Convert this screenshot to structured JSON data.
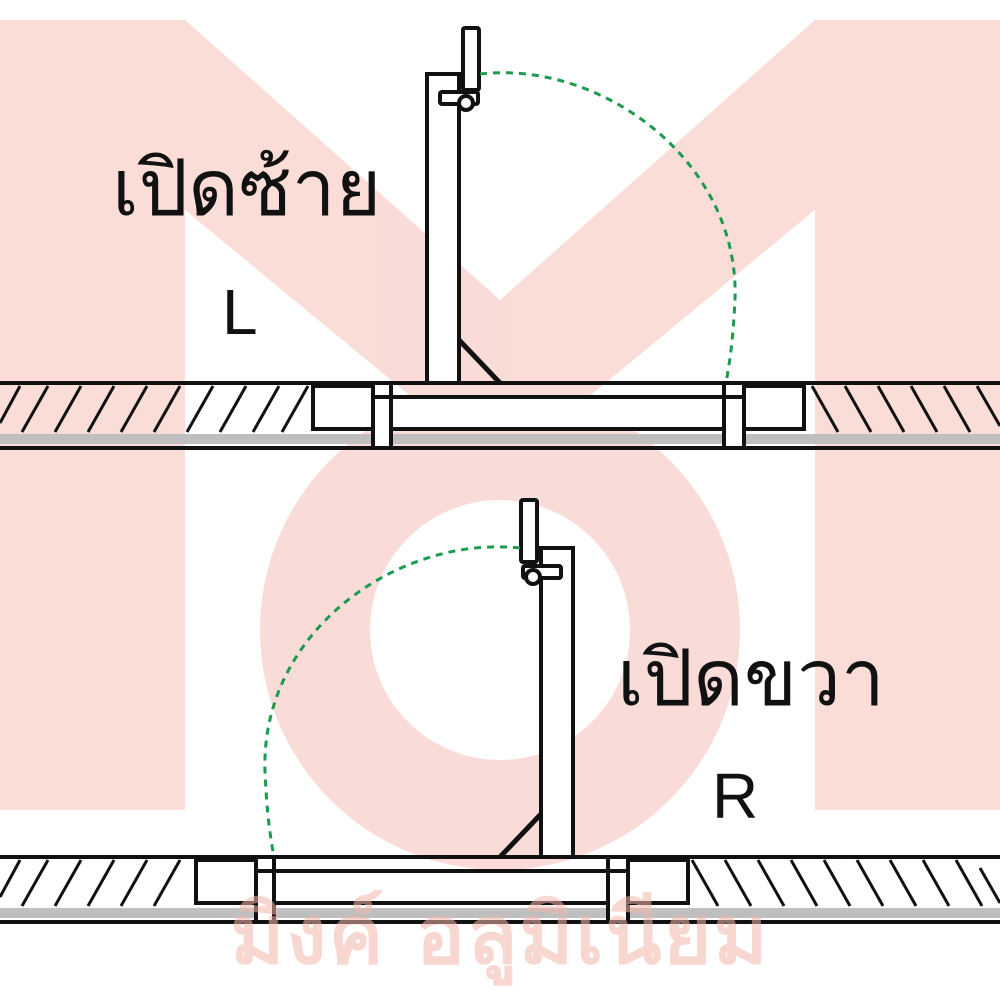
{
  "labels": {
    "left_open_th": "เปิดซ้าย",
    "left_open_en": "L",
    "right_open_th": "เปิดขวา",
    "right_open_en": "R"
  },
  "watermark": {
    "text": "มิงค์ อลูมิเนียม"
  },
  "colors": {
    "line": "#111111",
    "swing_arc": "#1a9b4e",
    "watermark": "#f9d9d3",
    "wall_shadow": "#bfbfbf"
  }
}
